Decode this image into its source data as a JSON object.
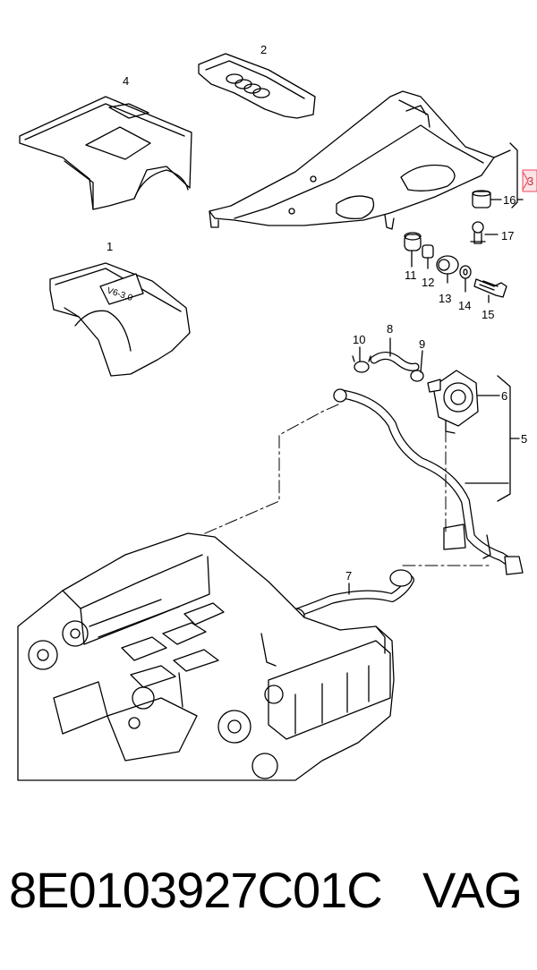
{
  "callouts": {
    "c1": "1",
    "c2": "2",
    "c3": "3",
    "c4": "4",
    "c5": "5",
    "c6": "6",
    "c7": "7",
    "c8": "8",
    "c9": "9",
    "c10": "10",
    "c11": "11",
    "c12": "12",
    "c13": "13",
    "c14": "14",
    "c15": "15",
    "c16": "16",
    "c17": "17"
  },
  "cover_badge": "V6-3.0",
  "footer": {
    "part_number": "8E0103927C01C",
    "brand": "VAG"
  },
  "colors": {
    "line": "#000000",
    "highlight": "#f04a5a",
    "highlight_fill": "#fde3e6"
  },
  "icons": [
    "audi-rings-logo"
  ]
}
